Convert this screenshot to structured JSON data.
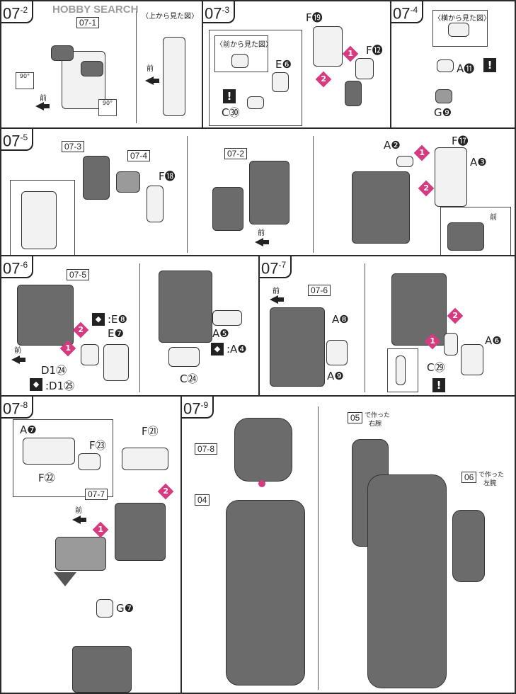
{
  "watermark": "HOBBY SEARCH",
  "colors": {
    "accent_pink": "#d63b7f",
    "part_dark": "#6b6b6b",
    "part_light": "#f2f2f2",
    "border": "#2a2a2a"
  },
  "icons": {
    "step_diamond": "pink-diamond",
    "caution": "exclamation-box",
    "swap": "left-right-swap",
    "front_arrow": "arrow-left",
    "rotate_90": "rotate-90-icon"
  },
  "step_07_2": {
    "step": "07",
    "sub": "-2",
    "ref": "07-1",
    "rotate": "90°",
    "rotate2": "90°",
    "front": "前",
    "top_view": "〈上から見た図〉",
    "front2": "前"
  },
  "step_07_3": {
    "step": "07",
    "sub": "-3",
    "front_view": "〈前から見た図〉",
    "e6": "E❻",
    "c30": "C㉚",
    "f19": "F⓳",
    "f12": "F⓬",
    "n1": "1",
    "n2": "2",
    "caution": "!"
  },
  "step_07_4": {
    "step": "07",
    "sub": "-4",
    "side_view": "〈横から見た図〉",
    "a11": "A⓫",
    "g9": "G❾",
    "caution": "!"
  },
  "step_07_5": {
    "step": "07",
    "sub": "-5",
    "ref3": "07-3",
    "ref4": "07-4",
    "f18": "F⓲",
    "ref2": "07-2",
    "front": "前",
    "a2": "A❷",
    "f17": "F⓱",
    "a3": "A❸",
    "n1": "1",
    "n2": "2",
    "front2": "前"
  },
  "step_07_6": {
    "step": "07",
    "sub": "-6",
    "ref5": "07-5",
    "e8": ":E❽",
    "e7": "E❼",
    "n1": "1",
    "n2": "2",
    "front": "前",
    "d124": "D1㉔",
    "d125": ":D1㉕",
    "a5": "A❺",
    "a4": ":A❹",
    "c24": "C㉔"
  },
  "step_07_7": {
    "step": "07",
    "sub": "-7",
    "front": "前",
    "ref6": "07-6",
    "a8": "A❽",
    "a9": "A❾",
    "a6": "A❻",
    "c29": "C㉙",
    "n1": "1",
    "n2": "2",
    "caution": "!"
  },
  "step_07_8": {
    "step": "07",
    "sub": "-8",
    "a7": "A❼",
    "f23": "F㉓",
    "f22": "F㉒",
    "f21": "F㉑",
    "ref7": "07-7",
    "front": "前",
    "n1": "1",
    "n2": "2",
    "g7": "G❼"
  },
  "step_07_9": {
    "step": "07",
    "sub": "-9",
    "ref8": "07-8",
    "ref04": "04",
    "ref05": "05",
    "made05": "で作った",
    "right_arm": "右腕",
    "ref06": "06",
    "made06": "で作った",
    "left_arm": "左腕"
  }
}
